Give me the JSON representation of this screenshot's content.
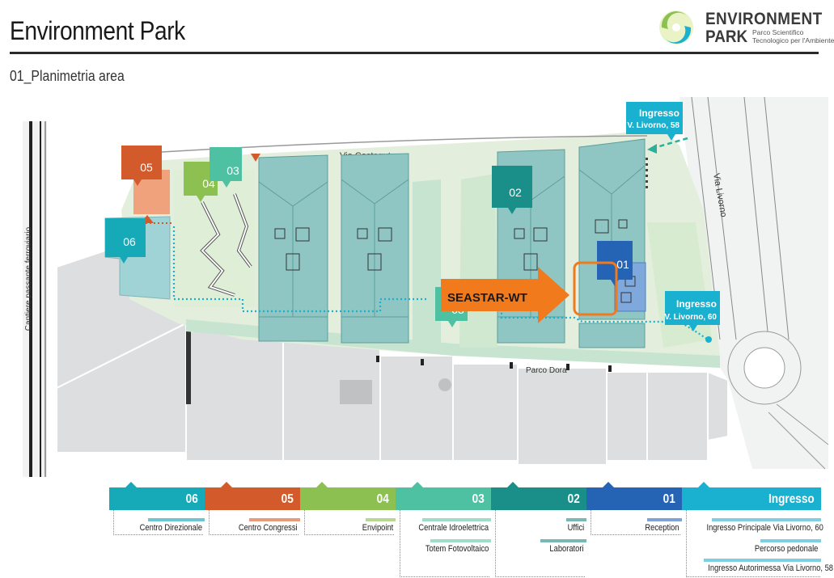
{
  "header": {
    "title": "Environment Park",
    "subtitle": "01_Planimetria area"
  },
  "logo": {
    "line1": "ENVIRONMENT",
    "line2": "PARK",
    "sub1": "Parco Scientifico",
    "sub2": "Tecnologico per l'Ambiente"
  },
  "map": {
    "street_costaguta": "Via Costaguta",
    "street_livorno": "Via Livorno",
    "street_rail": "Cantiere passante ferroviario",
    "parco_dora": "Parco Dora",
    "entry_top_title": "Ingresso",
    "entry_top_sub": "V. Livorno, 58",
    "entry_right_title": "Ingresso",
    "entry_right_sub": "V. Livorno, 60",
    "seastar_label": "SEASTAR-WT",
    "markers": {
      "m05": "05",
      "m04": "04",
      "m03a": "03",
      "m06": "06",
      "m02": "02",
      "m01": "01",
      "m03b": "03"
    }
  },
  "colors": {
    "c06": "#16a9b8",
    "c05": "#d35a2a",
    "c04": "#8cc152",
    "c03": "#4fc1a3",
    "c02": "#1a8f8a",
    "c01": "#2563b5",
    "cIngresso": "#1ab0cf",
    "building": "#8fc6c4",
    "ground": "#e2eedb",
    "gray": "#d9dbdc",
    "accent_orange": "#f07a1c"
  },
  "legend": {
    "h06": "06",
    "h05": "05",
    "h04": "04",
    "h03": "03",
    "h02": "02",
    "h01": "01",
    "hIng": "Ingresso",
    "i06": "Centro Direzionale",
    "i05": "Centro Congressi",
    "i04": "Envipoint",
    "i03a": "Centrale Idroelettrica",
    "i03b": "Totem Fotovoltaico",
    "i02a": "Uffici",
    "i02b": "Laboratori",
    "i01": "Reception",
    "iIng1": "Ingresso Principale Via Livorno, 60",
    "iIng2": "Percorso pedonale",
    "iIng3": "Ingresso Autorimessa Via Livorno, 58"
  }
}
